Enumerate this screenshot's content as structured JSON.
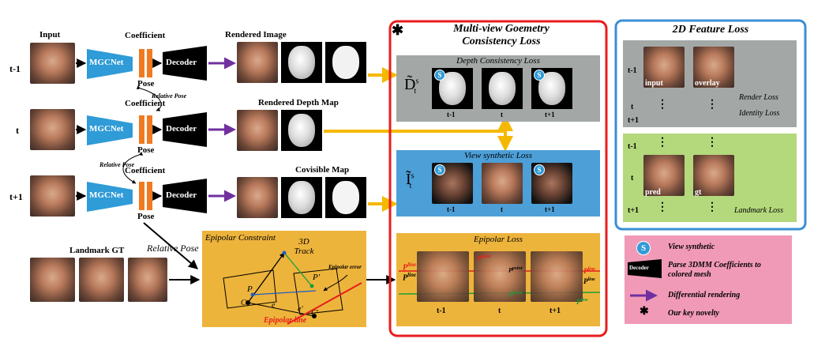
{
  "left": {
    "input_label": "Input",
    "landmark_gt": "Landmark GT",
    "rows": [
      {
        "time": "t-1",
        "net": "MGCNet",
        "coef": "Coefficient",
        "pose": "Pose",
        "decoder": "Decoder",
        "output": "Rendered Image"
      },
      {
        "time": "t",
        "net": "MGCNet",
        "coef": "Coefficient",
        "pose": "Pose",
        "decoder": "Decoder",
        "output": "Rendered Depth Map"
      },
      {
        "time": "t+1",
        "net": "MGCNet",
        "coef": "Coefficient",
        "pose": "Pose",
        "decoder": "Decoder",
        "output": "Covisible Map"
      }
    ],
    "relative_pose_small_1": "Relative Pose",
    "relative_pose_small_2": "Relative Pose",
    "relative_pose_big": "Relative Pose"
  },
  "epipolar_constraint": {
    "title": "Epipolar Constraint",
    "track": "3D Track",
    "error": "Epipolar error",
    "P": "P",
    "P_prime": "P'",
    "e": "e",
    "e_prime": "e'",
    "C": "C",
    "C_prime": "C'",
    "line": "Epipolar line"
  },
  "mvgc": {
    "star": "✱",
    "title_line1": "Multi-view Goemetry",
    "title_line2": "Consistency Loss",
    "depth": {
      "title": "Depth Consistency Loss",
      "symbol": "D̃",
      "sup": "s",
      "sub": "t",
      "frames": [
        "t-1",
        "t",
        "t+1"
      ]
    },
    "view": {
      "title": "View synthetic Loss",
      "symbol": "Ĩ",
      "sup": "s",
      "sub": "t",
      "frames": [
        "t-1",
        "t",
        "t+1"
      ]
    },
    "epipolar": {
      "title": "Epipolar Loss",
      "frames": [
        "t-1",
        "t",
        "t+1"
      ],
      "p_line": "P",
      "line_sup": "line",
      "p_point": "P",
      "point_sup": "point"
    }
  },
  "feature_loss": {
    "title": "2D Feature Loss",
    "render": {
      "rows": [
        "t-1",
        "t",
        "t+1"
      ],
      "input": "input",
      "overlay": "overlay",
      "loss1": "Render Loss",
      "loss2": "Identity Loss",
      "dots": "⋮"
    },
    "landmark": {
      "rows": [
        "t-1",
        "t",
        "t+1"
      ],
      "pred": "pred",
      "gt": "gt",
      "loss": "Landmark Loss",
      "dots": "⋮"
    }
  },
  "legend": {
    "s_icon": "S",
    "view_synthetic": "View synthetic",
    "decoder_icon": "Decoder",
    "decoder_text": "Parse 3DMM Coefficients to colored mesh",
    "differential": "Differential rendering",
    "star": "✱",
    "novelty": "Our key novelty"
  },
  "colors": {
    "net_blue": "#2f9bd7",
    "coef_orange": "#f07a22",
    "arrow_purple": "#7030a0",
    "arrow_yellow": "#f5b800",
    "red_border": "#e81c1c",
    "blue_border": "#3a8fd6",
    "epipolar_bg": "#edb43c",
    "gray_bg": "#a3a8a6",
    "blue_bg": "#4d9fd8",
    "green_bg": "#b4d87c",
    "legend_bg": "#f19ab8"
  }
}
